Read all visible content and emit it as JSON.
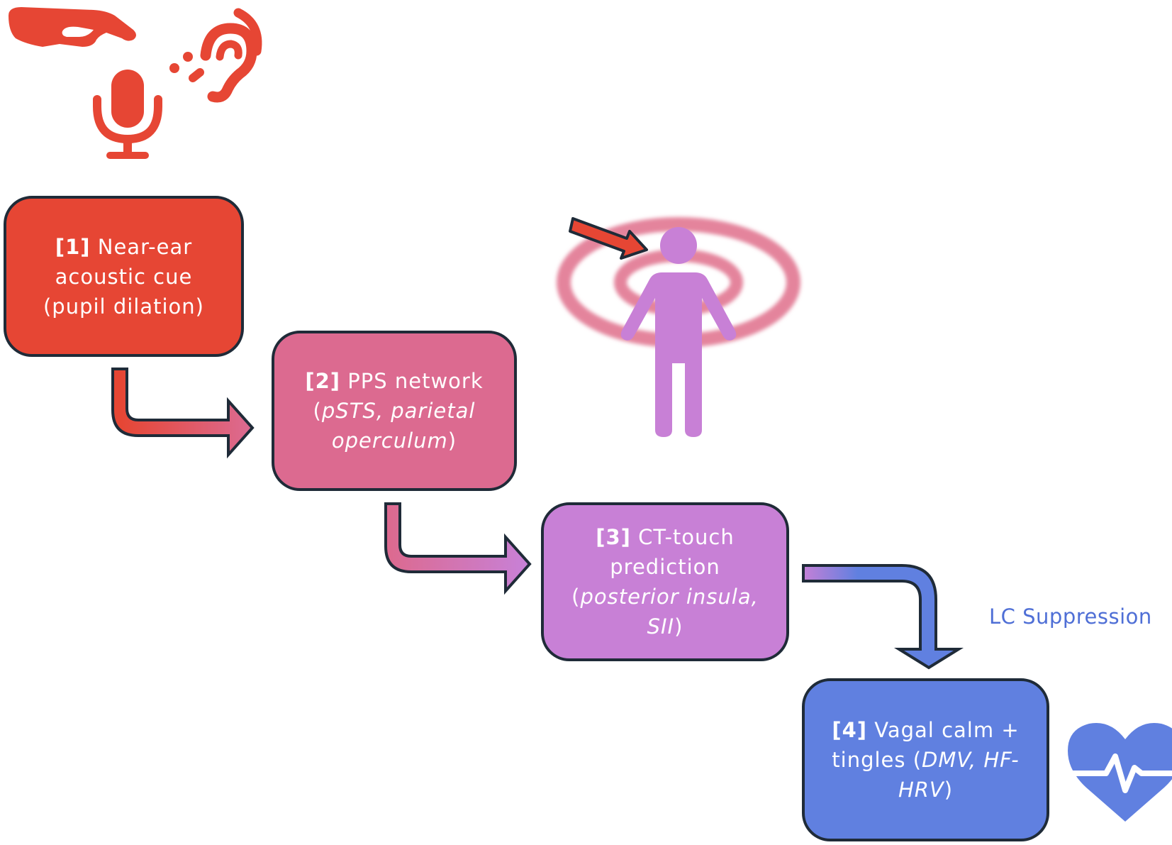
{
  "diagram": {
    "steps": [
      {
        "num": "[1]",
        "label": "Near-ear acoustic cue",
        "detail": "(pupil dilation)",
        "color": "#e64634"
      },
      {
        "num": "[2]",
        "label": "PPS network",
        "detail": "pSTS, parietal operculum",
        "color": "#dc6a90"
      },
      {
        "num": "[3]",
        "label": "CT-touch prediction",
        "detail": "posterior insula, SII",
        "color": "#c880d6"
      },
      {
        "num": "[4]",
        "label": "Vagal calm + tingles",
        "detail": "DMV, HF-HRV",
        "color": "#6080e0"
      }
    ],
    "side_label": "LC Suppression",
    "icons": [
      "hand-icon",
      "ear-sound-icon",
      "microphone-icon",
      "person-icon",
      "heart-pulse-icon"
    ],
    "accent_colors": {
      "red": "#e64634",
      "pink": "#dc6a90",
      "violet": "#c880d6",
      "blue": "#6080e0",
      "outline": "#1f2b38"
    }
  }
}
